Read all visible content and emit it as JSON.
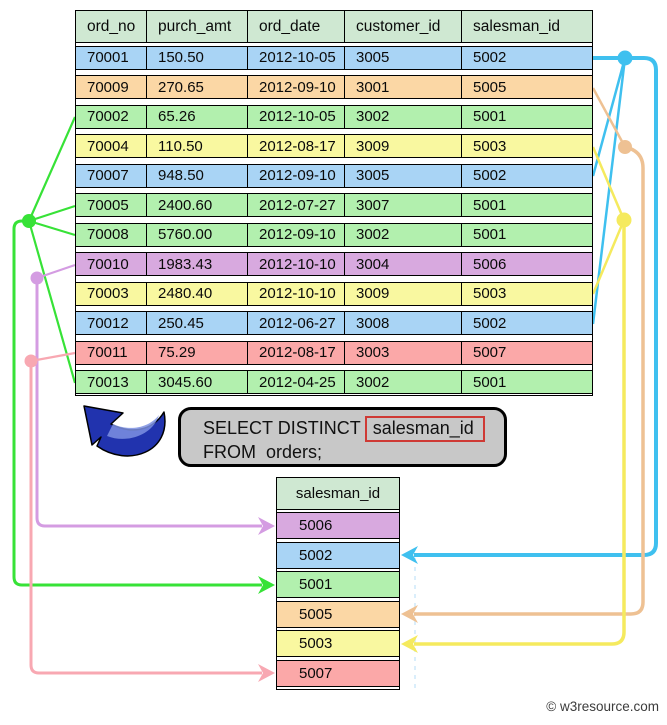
{
  "colors": {
    "header_bg": "#cfe8d2",
    "row_blue": "#a9d4f5",
    "row_peach": "#fbd7a5",
    "row_green": "#b2f0ae",
    "row_yellow": "#f9f8a0",
    "row_purple": "#d8a9df",
    "row_pink": "#fba8a8",
    "line_blue": "#3fc0ef",
    "line_peach": "#eec193",
    "line_yellow": "#f5ea5e",
    "line_green": "#37e237",
    "line_purple": "#d49ce2",
    "line_pink": "#f8a8b2",
    "query_box_bg": "#c8c8c8",
    "highlight_red": "#cf3a35",
    "arrow_blue": "#2133ae",
    "arrow_blue_highlight": "#7d90e2"
  },
  "orders_table": {
    "columns": [
      "ord_no",
      "purch_amt",
      "ord_date",
      "customer_id",
      "salesman_id"
    ],
    "rows": [
      {
        "color": "row_blue",
        "cells": [
          "70001",
          "150.50",
          "2012-10-05",
          "3005",
          "5002"
        ]
      },
      {
        "color": "row_peach",
        "cells": [
          "70009",
          "270.65",
          "2012-09-10",
          "3001",
          "5005"
        ]
      },
      {
        "color": "row_green",
        "cells": [
          "70002",
          "65.26",
          "2012-10-05",
          "3002",
          "5001"
        ]
      },
      {
        "color": "row_yellow",
        "cells": [
          "70004",
          "110.50",
          "2012-08-17",
          "3009",
          "5003"
        ]
      },
      {
        "color": "row_blue",
        "cells": [
          "70007",
          "948.50",
          "2012-09-10",
          "3005",
          "5002"
        ]
      },
      {
        "color": "row_green",
        "cells": [
          "70005",
          "2400.60",
          "2012-07-27",
          "3007",
          "5001"
        ]
      },
      {
        "color": "row_green",
        "cells": [
          "70008",
          "5760.00",
          "2012-09-10",
          "3002",
          "5001"
        ]
      },
      {
        "color": "row_purple",
        "cells": [
          "70010",
          "1983.43",
          "2012-10-10",
          "3004",
          "5006"
        ]
      },
      {
        "color": "row_yellow",
        "cells": [
          "70003",
          "2480.40",
          "2012-10-10",
          "3009",
          "5003"
        ]
      },
      {
        "color": "row_blue",
        "cells": [
          "70012",
          "250.45",
          "2012-06-27",
          "3008",
          "5002"
        ]
      },
      {
        "color": "row_pink",
        "cells": [
          "70011",
          "75.29",
          "2012-08-17",
          "3003",
          "5007"
        ]
      },
      {
        "color": "row_green",
        "cells": [
          "70013",
          "3045.60",
          "2012-04-25",
          "3002",
          "5001"
        ]
      }
    ]
  },
  "query": {
    "line1_prefix": "SELECT DISTINCT",
    "highlighted_column": "salesman_id",
    "line2": "FROM  orders;"
  },
  "result_table": {
    "header": "salesman_id",
    "rows": [
      {
        "color": "row_purple",
        "value": "5006"
      },
      {
        "color": "row_blue",
        "value": "5002"
      },
      {
        "color": "row_green",
        "value": "5001"
      },
      {
        "color": "row_peach",
        "value": "5005"
      },
      {
        "color": "row_yellow",
        "value": "5003"
      },
      {
        "color": "row_pink",
        "value": "5007"
      }
    ]
  },
  "footer": {
    "copyright": "© w3resource.com"
  }
}
